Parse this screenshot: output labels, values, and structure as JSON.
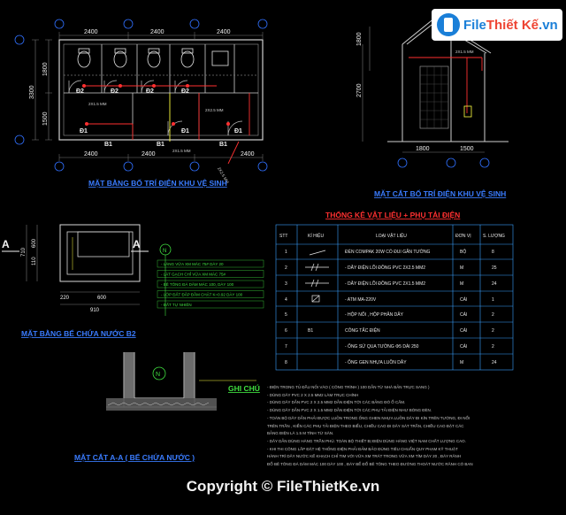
{
  "logo": {
    "brand_a": "File",
    "brand_b": "Thiết Kế",
    "brand_c": ".vn"
  },
  "plan": {
    "title": "MẶT BẰNG BỐ TRÍ ĐIỆN KHU VỆ SINH",
    "dims_top": [
      "2400",
      "2400",
      "2400"
    ],
    "dims_bottom": [
      "2400",
      "2400",
      "2400"
    ],
    "dims_left": [
      "3300",
      "1800",
      "1500"
    ],
    "labels": [
      "Đ2",
      "Đ2",
      "Đ2",
      "Đ2",
      "Đ1",
      "Đ1",
      "Đ1",
      "B1",
      "B1",
      "B1"
    ],
    "wire_a": "2X1.5 MM",
    "wire_b": "2X2.5 MM",
    "annot": "2X2.5 MM"
  },
  "section": {
    "title": "MẶT CẮT BỐ TRÍ ĐIỆN KHU VỆ SINH",
    "dims_left": [
      "1800",
      "2700"
    ],
    "dims_bottom": [
      "1800",
      "1500"
    ],
    "wire": "2X1.5 MM"
  },
  "table": {
    "title": "THỐNG KÊ VẬT LIỆU + PHỤ TẢI ĐIỆN",
    "headers": [
      "STT",
      "KÍ HIỆU",
      "LOẠI VẬT LIỆU",
      "ĐƠN VỊ",
      "S. LƯỢNG"
    ],
    "rows": [
      [
        "1",
        "",
        "ĐÈN COMPAK 20W CÓ ĐUI GẮN TƯỜNG",
        "BỘ",
        "8"
      ],
      [
        "2",
        "",
        "- DÂY ĐIỆN LÕI ĐỒNG PVC 2X2.5 MM2",
        "M",
        "25"
      ],
      [
        "3",
        "",
        "- DÂY ĐIỆN LÕI ĐỒNG PVC 2X1.5 MM2",
        "M",
        "24"
      ],
      [
        "4",
        "",
        "- ATM  MA-220V",
        "CÁI",
        "1"
      ],
      [
        "5",
        "",
        "- HỘP NỐI , HỘP PHÂN DÂY",
        "CÁI",
        "2"
      ],
      [
        "6",
        "B1",
        "CÔNG TẮC ĐIỆN",
        "CÁI",
        "2"
      ],
      [
        "7",
        "",
        "- ỐNG SỨ QUA TƯỜNG Φ5 DÀI 250",
        "CÁI",
        "2"
      ],
      [
        "8",
        "",
        "- ỐNG GEN NHỰA LUỒN DÂY",
        "M",
        "24"
      ]
    ]
  },
  "tank": {
    "title": "MẶT BẰNG BỂ CHỨA NƯỚC B2",
    "section_marker": "A",
    "dims_left": [
      "710",
      "600",
      "110"
    ],
    "dims_bottom": [
      "220",
      "600",
      "910"
    ],
    "layers": [
      "- LÁNG VỮA XM MÁC 75# DÀY 20",
      "- LÁT GẠCH CHỈ VỮA XM MÁC 75#",
      "- BÊ TÔNG ĐÁ DĂM MÁC 100, DÀY 100",
      "- LỚP ĐẤT ĐẮP ĐẦM CHẶT K=0.92 DÀY 100",
      "- ĐẤT TỰ NHIÊN"
    ],
    "north": "N"
  },
  "section_aa": {
    "title": "MẶT CẮT A-A ( BỂ CHỨA NƯỚC )",
    "north": "N"
  },
  "notes": {
    "title": "GHI CHÚ",
    "lines": [
      "- ĐIỆN TRONG TỦ ĐẦU NỐI VÀO ( CÔNG TRÌNH ) 100 DẪN TỪ NHÀ BẢN TRỰC SANG )",
      "- DÙNG DÂY PVC 2 X 2.5 MM2 LÀM TRỤC CHÍNH",
      "- DÙNG DÂY DẪN PVC 2 X 2.5 MM2 DẪN ĐIỆN TỚI CÁC BẢNG ĐÓ Ổ CẮM.",
      "- DÙNG DÂY DẪN PVC 2 X 1.5 MM2 DẪN ĐIỆN TỚI CÁC PHỤ TẢI ĐIỆN NHƯ BÓNG ĐÈN.",
      "- TOÀN BỘ DÂY DẪN PHẢI ĐƯỢC LUỒN TRONG ỐNG GHEN NHỰA LUỒN DÂY ĐI KÍN TRÊN TƯỜNG, ĐI NỔI",
      "  TRÊN TRẦN , KIỂN CÁC PHỤ TẢI ĐIỆN THEO BIỂU, CHIỀU CAO ĐI DÂY SÁT TRẦN, CHIỀU CAO ĐẶT CÁC",
      "  BẢNG ĐIỆN LÀ 1.5 M TÍNH TỪ SÀN.",
      "- DÂY DẪN DÙNG HÀNG TRẦN PHÚ. TOÀN BỘ THIẾT BỊ ĐIỆN DÙNG HÀNG VIỆT NAM CHẤT LƯỢNG CAO.",
      "- KHI THI CÔNG LẮP ĐẶT HỆ THỐNG ĐIỆN PHẢI ĐẢM BẢO ĐÚNG TIÊU CHUẨN QUY PHẠM KỸ THUẬT",
      "  HÀNH TRÌ DÂY NƯỚC KẾ KHẠCH CHỈ TIM VỚI VỮA XM TRÁT TRONG VỮA XM TÍM DÀY 20 , ĐÁY RÃNH",
      "  ĐỔ BÊ TÔNG ĐÁ DĂM MÁC 100 DÀY 100 , ĐÁY BỂ ĐỔ BÊ TÔNG THEO ĐƯỜNG THOÁT NƯỚC RÃNH CÓ BAN"
    ]
  },
  "copyright": "Copyright © FileThietKe.vn"
}
